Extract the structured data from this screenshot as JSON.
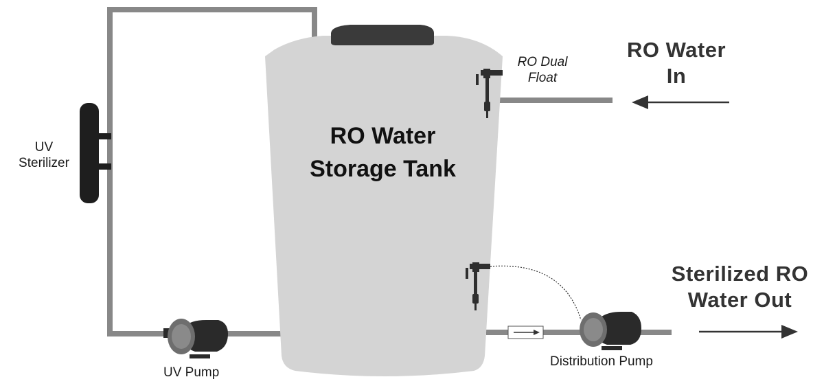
{
  "tank": {
    "title_line1": "RO Water",
    "title_line2": "Storage Tank"
  },
  "labels": {
    "uv_sterilizer_line1": "UV",
    "uv_sterilizer_line2": "Sterilizer",
    "uv_pump": "UV Pump",
    "ro_dual_float_line1": "RO Dual",
    "ro_dual_float_line2": "Float",
    "distribution_pump": "Distribution Pump"
  },
  "flows": {
    "water_in_line1": "RO Water",
    "water_in_line2": "In",
    "water_out_line1": "Sterilized RO",
    "water_out_line2": "Water Out"
  },
  "colors": {
    "pipe": "#888888",
    "tank_body": "#d4d4d4",
    "tank_lid": "#3a3a3a",
    "sterilizer": "#1e1e1e",
    "pump_dark": "#2a2a2a",
    "pump_light": "#6e6e6e",
    "arrow": "#333333"
  }
}
